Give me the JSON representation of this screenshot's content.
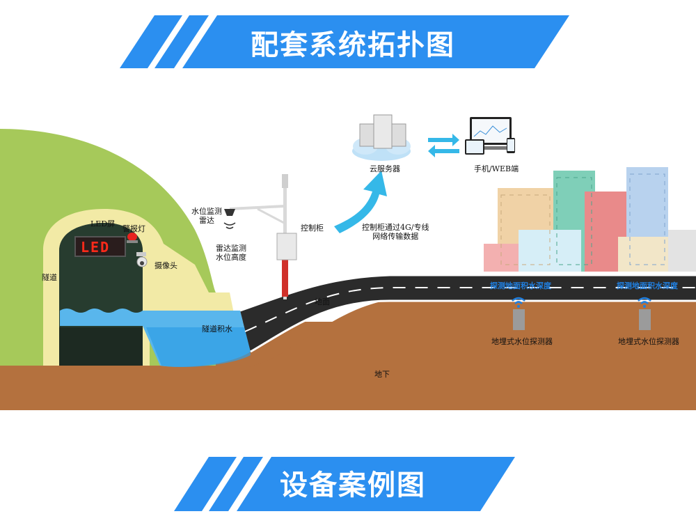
{
  "banners": {
    "top_title": "配套系统拓扑图",
    "bottom_title": "设备案例图"
  },
  "tunnel": {
    "led_screen_label": "LED屏",
    "led_display_text": "LED",
    "warning_light_label": "警报灯",
    "camera_label": "摄像头",
    "tunnel_label": "隧道",
    "tunnel_water_label": "隧道积水"
  },
  "monitor_pole": {
    "radar_label_line1": "水位监测",
    "radar_label_line2": "雷达",
    "radar_measure_line1": "雷达监测",
    "radar_measure_line2": "水位高度",
    "control_cabinet_label": "控制柜"
  },
  "network": {
    "transmit_line1": "控制柜通过4G/专线",
    "transmit_line2": "网络传输数据",
    "cloud_server_label": "云服务器",
    "client_label": "手机/WEB端"
  },
  "ground": {
    "surface_label": "地面",
    "underground_label": "地下"
  },
  "sensors": [
    {
      "depth_label": "探测地面积水深度",
      "detector_label": "地埋式水位探测器"
    },
    {
      "depth_label": "探测地面积水深度",
      "detector_label": "地埋式水位探测器"
    }
  ],
  "colors": {
    "banner_blue": "#2b8ff0",
    "hill_green": "#a6c95a",
    "tunnel_wall": "#f2eaa6",
    "water": "#59b6ec",
    "soil": "#b4713e",
    "road": "#2b2b2b",
    "arrow": "#35b8e8",
    "label_blue": "#1f7fe0"
  }
}
